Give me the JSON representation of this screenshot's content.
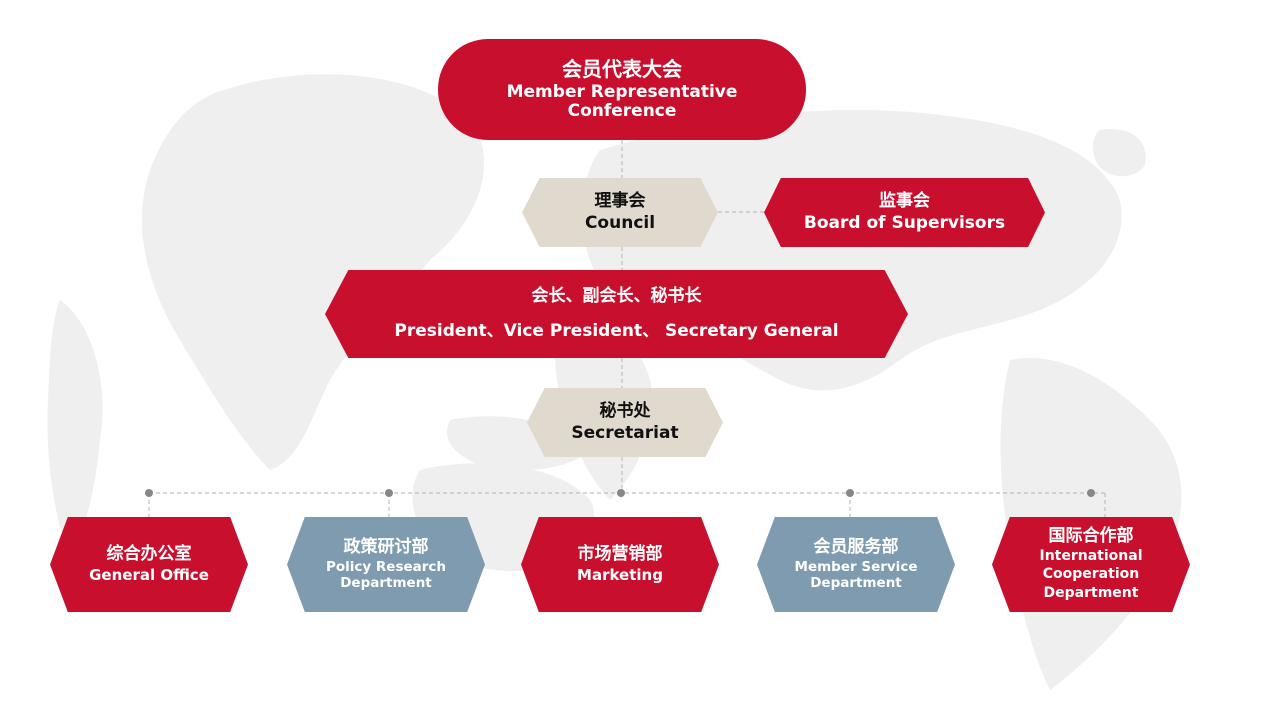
{
  "org_chart": {
    "conference": {
      "zh": "会员代表大会",
      "en_line1": "Member Representative",
      "en_line2": "Conference"
    },
    "council": {
      "zh": "理事会",
      "en": "Council"
    },
    "supervisors": {
      "zh": "监事会",
      "en": "Board of Supervisors"
    },
    "leadership": {
      "zh": "会长、副会长、秘书长",
      "en": "President、Vice President、 Secretary General"
    },
    "secretariat": {
      "zh": "秘书处",
      "en": "Secretariat"
    },
    "departments": [
      {
        "zh": "综合办公室",
        "en": "General Office"
      },
      {
        "zh": "政策研讨部",
        "en_line1": "Policy Research",
        "en_line2": "Department"
      },
      {
        "zh": "市场营销部",
        "en": "Marketing"
      },
      {
        "zh": "会员服务部",
        "en_line1": "Member Service",
        "en_line2": "Department"
      },
      {
        "zh": "国际合作部",
        "en_line1": "International",
        "en_line2": "Cooperation",
        "en_line3": "Department"
      }
    ]
  },
  "colors": {
    "primary_red": "#c8102e",
    "beige": "#e0dace",
    "steel_blue": "#7f9bb0",
    "connector": "#bfbfbf",
    "map_gray": "#efefef"
  }
}
